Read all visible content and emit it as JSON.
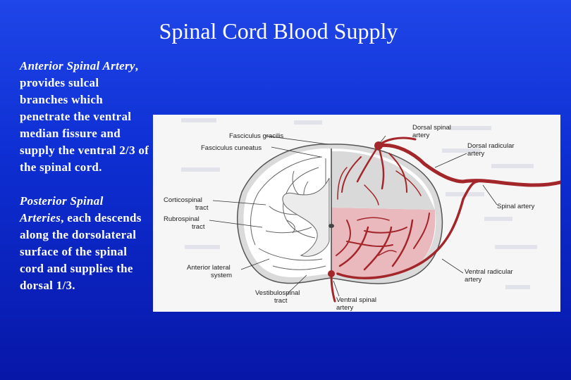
{
  "slide": {
    "title": "Spinal Cord Blood Supply"
  },
  "paragraphs": [
    {
      "italic_lead": "Anterior Spinal Artery",
      "rest": ", provides sulcal branches which penetrate the ventral median fissure and supply the ventral 2/3 of the spinal cord."
    },
    {
      "italic_lead": "Posterior Spinal Arteries",
      "rest": ", each descends along the dorsolateral surface of the spinal cord and supplies the dorsal 1/3."
    }
  ],
  "figure": {
    "labels": {
      "fasciculus_gracilis": "Fasciculus gracilis",
      "fasciculus_cuneatus": "Fasciculus cuneatus",
      "dorsal_spinal_artery_1": "Dorsal spinal",
      "dorsal_spinal_artery_2": "artery",
      "dorsal_radicular_artery_1": "Dorsal radicular",
      "dorsal_radicular_artery_2": "artery",
      "corticospinal_tract_1": "Corticospinal",
      "corticospinal_tract_2": "tract",
      "rubrospinal_tract_1": "Rubrospinal",
      "rubrospinal_tract_2": "tract",
      "spinal_artery": "Spinal artery",
      "anterior_lateral_system_1": "Anterior lateral",
      "anterior_lateral_system_2": "system",
      "ventral_radicular_artery_1": "Ventral radicular",
      "ventral_radicular_artery_2": "artery",
      "vestibulospinal_tract_1": "Vestibulospinal",
      "vestibulospinal_tract_2": "tract",
      "ventral_spinal_artery_1": "Ventral spinal",
      "ventral_spinal_artery_2": "artery"
    },
    "colors": {
      "artery": "#a3262b",
      "pink_fill": "#e9b9be",
      "gray_fill": "#d4d4d4"
    }
  }
}
